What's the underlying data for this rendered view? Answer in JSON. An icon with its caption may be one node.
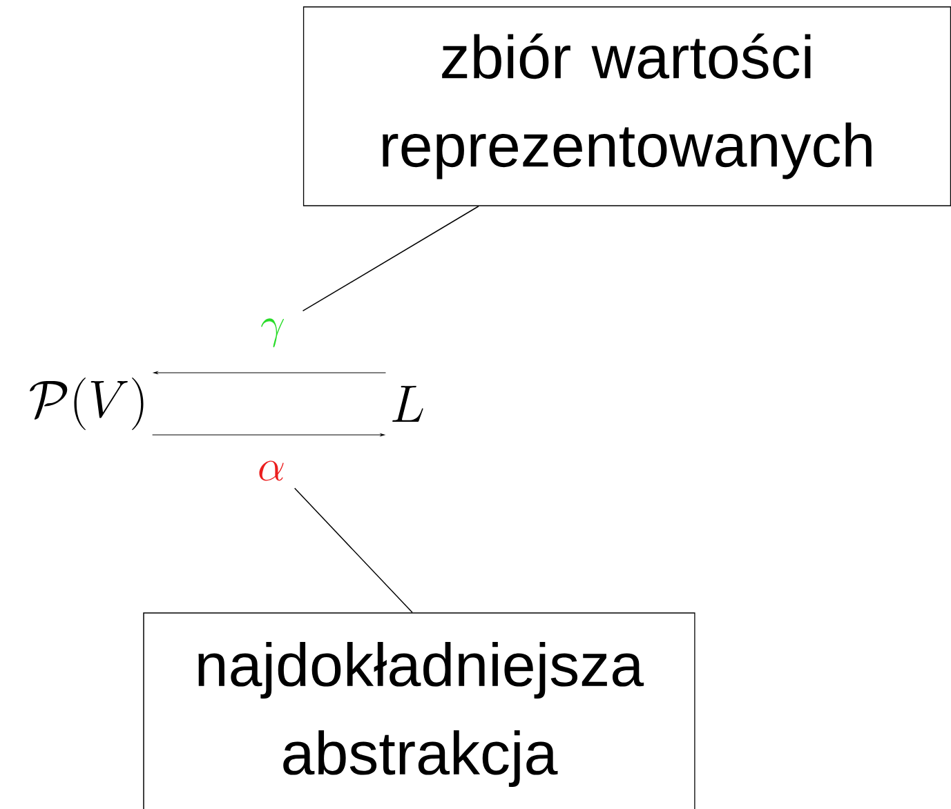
{
  "diagram": {
    "nodes": [
      {
        "text": [
          "zbiór wartości reprezentowanych"
        ]
      },
      {
        "text": [
          "najdokładniejsza abstrakcja"
        ]
      },
      {
        "text": [
          "\\mathcal{P}(V)"
        ]
      },
      {
        "text": [
          "L"
        ]
      },
      {
        "text": [
          "\\gamma"
        ]
      },
      {
        "text": [
          "\\alpha"
        ]
      }
    ],
    "edges": [
      {
        "from": 3,
        "to": 2,
        "arrow": "to"
      },
      {
        "from": 2,
        "to": 3,
        "arrow": "to"
      },
      {
        "from": 0,
        "to": 4,
        "arrow": "none"
      },
      {
        "from": 1,
        "to": 5,
        "arrow": "none"
      }
    ]
  }
}
